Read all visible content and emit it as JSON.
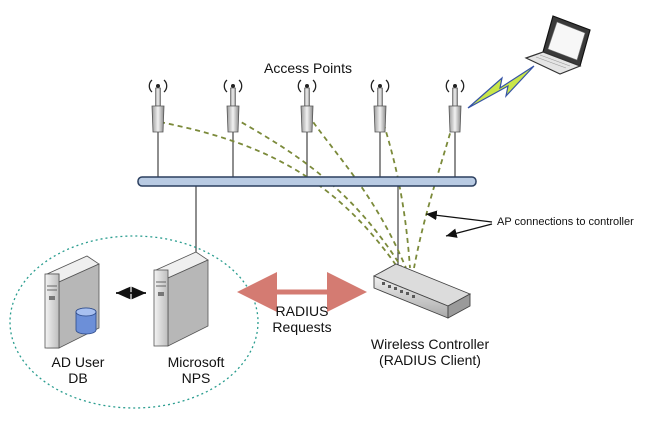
{
  "diagram": {
    "labels": {
      "access_points": "Access Points",
      "ap_connections": "AP connections to controller",
      "radius_requests_line1": "RADIUS",
      "radius_requests_line2": "Requests",
      "wireless_controller_line1": "Wireless Controller",
      "wireless_controller_line2": "(RADIUS Client)",
      "ad_user_line1": "AD User",
      "ad_user_line2": "DB",
      "nps_line1": "Microsoft",
      "nps_line2": "NPS"
    },
    "colors": {
      "backbone_fill": "#b9cbe3",
      "backbone_stroke": "#2b3f5f",
      "dashed_link": "#7b8a3a",
      "radius_arrow": "#d47b72",
      "lightning": "#c9e64a",
      "lightning_stroke": "#3553a6",
      "group_ellipse": "#2a9d8f",
      "server_body": "#d9d9d9",
      "db_cylinder": "#6c8fd8"
    },
    "icons": [
      "access-point-icon",
      "laptop-icon",
      "lightning-icon",
      "server-icon",
      "database-icon",
      "switch-icon"
    ]
  }
}
